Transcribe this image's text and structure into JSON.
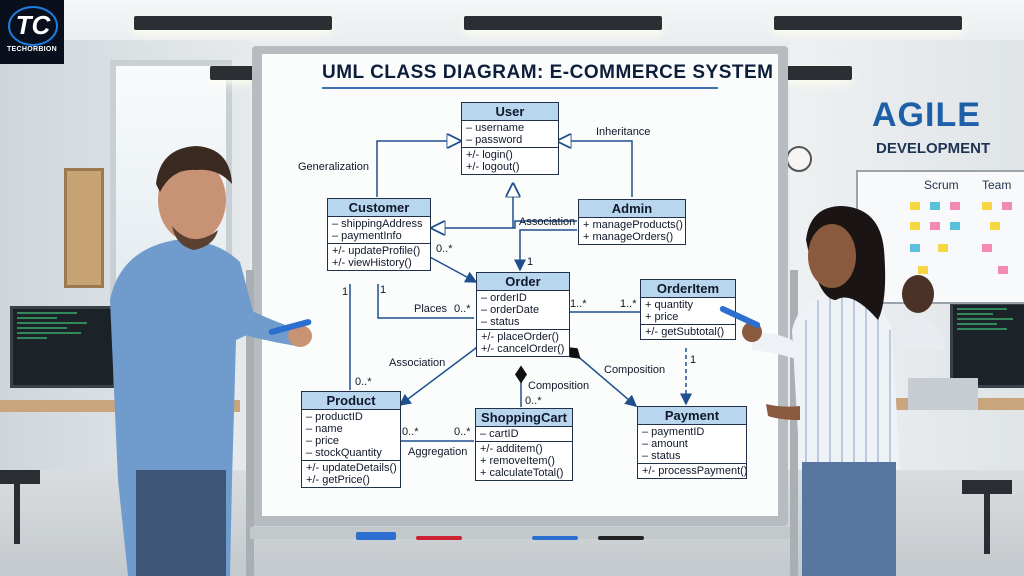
{
  "logo": {
    "monogram": "TC",
    "name": "TECHORBION"
  },
  "whiteboard": {
    "title": "UML CLASS DIAGRAM: E-COMMERCE SYSTEM",
    "classes": {
      "user": {
        "name": "User",
        "attributes": [
          "– username",
          "– password"
        ],
        "methods": [
          "+/- login()",
          "+/- logout()"
        ]
      },
      "customer": {
        "name": "Customer",
        "attributes": [
          "– shippingAddress",
          "– paymentInfo"
        ],
        "methods": [
          "+/- updateProfile()",
          "+/- viewHistory()"
        ]
      },
      "admin": {
        "name": "Admin",
        "methods": [
          "+ manageProducts()",
          "+ manageOrders()"
        ]
      },
      "order": {
        "name": "Order",
        "attributes": [
          "– orderID",
          "– orderDate",
          "– status"
        ],
        "methods": [
          "+/- placeOrder()",
          "+/- cancelOrder()"
        ]
      },
      "orderitem": {
        "name": "OrderItem",
        "attributes": [
          "+ quantity",
          "+ price"
        ],
        "methods": [
          "+/- getSubtotal()"
        ]
      },
      "product": {
        "name": "Product",
        "attributes": [
          "– productID",
          "– name",
          "– price",
          "– stockQuantity"
        ],
        "methods": [
          "+/- updateDetails()",
          "+/- getPrice()"
        ]
      },
      "shoppingcart": {
        "name": "ShoppingCart",
        "attributes": [
          "– cartID"
        ],
        "methods": [
          "+/- additem()",
          "+ removeItem()",
          "+ calculateTotal()"
        ]
      },
      "payment": {
        "name": "Payment",
        "attributes": [
          "– paymentID",
          "– amount",
          "– status"
        ],
        "methods": [
          "+/- processPayment()"
        ]
      }
    },
    "labels": {
      "generalization": "Generalization",
      "inheritance": "Inheritance",
      "association_top": "Association",
      "association_left": "Association",
      "places": "Places",
      "composition_mid": "Composition",
      "composition_right": "Composition",
      "aggregation": "Aggregation",
      "m_customer_order": "0..*",
      "m_customer_one": "1",
      "m_admin_one": "1",
      "m_places": "0..*",
      "m_order_item_a": "1..*",
      "m_order_item_b": "1..*",
      "m_product_star": "0..*",
      "m_product_one": "1",
      "m_cart_star": "0..*",
      "m_agg_left": "0..*",
      "m_agg_right": "0..*",
      "m_item_one": "1"
    }
  },
  "wall": {
    "agile_title": "AGILE",
    "agile_subtitle": "DEVELOPMENT",
    "kanban_columns": [
      "Scrum",
      "Team"
    ]
  },
  "colors": {
    "class_header": "#b9d6ef",
    "ink": "#10182a",
    "arrow": "#1e4f8f",
    "agile": "#1f5fa8"
  }
}
